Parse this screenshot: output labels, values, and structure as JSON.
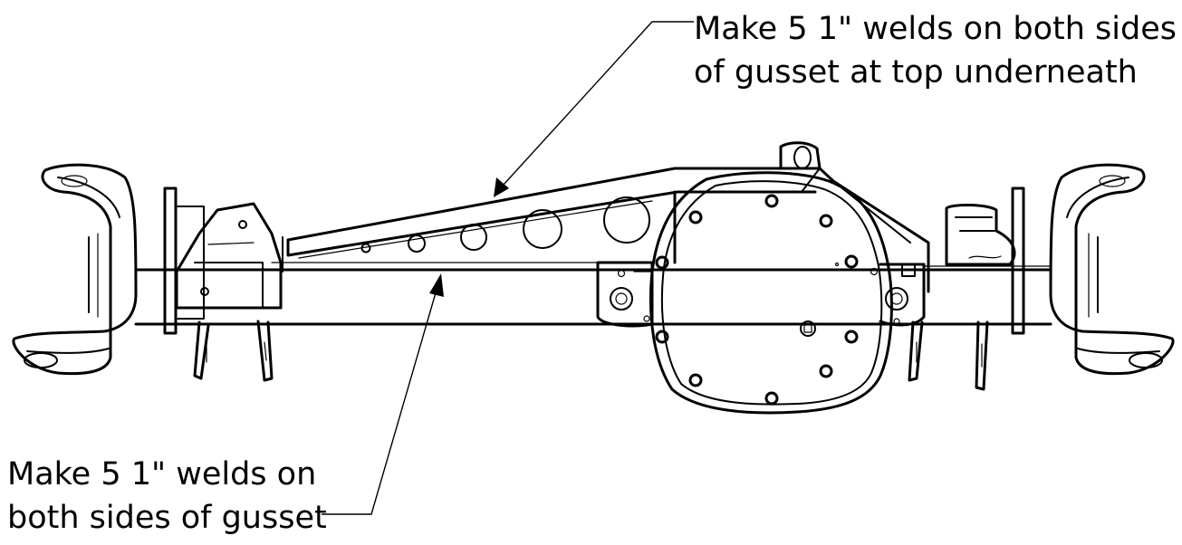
{
  "callouts": {
    "top": {
      "line1": "Make 5 1\" welds on both sides",
      "line2": "of gusset at top underneath"
    },
    "bottom": {
      "line1": "Make 5 1\" welds on",
      "line2": "both sides of gusset"
    }
  },
  "colors": {
    "ink": "#000000",
    "background": "#ffffff"
  }
}
